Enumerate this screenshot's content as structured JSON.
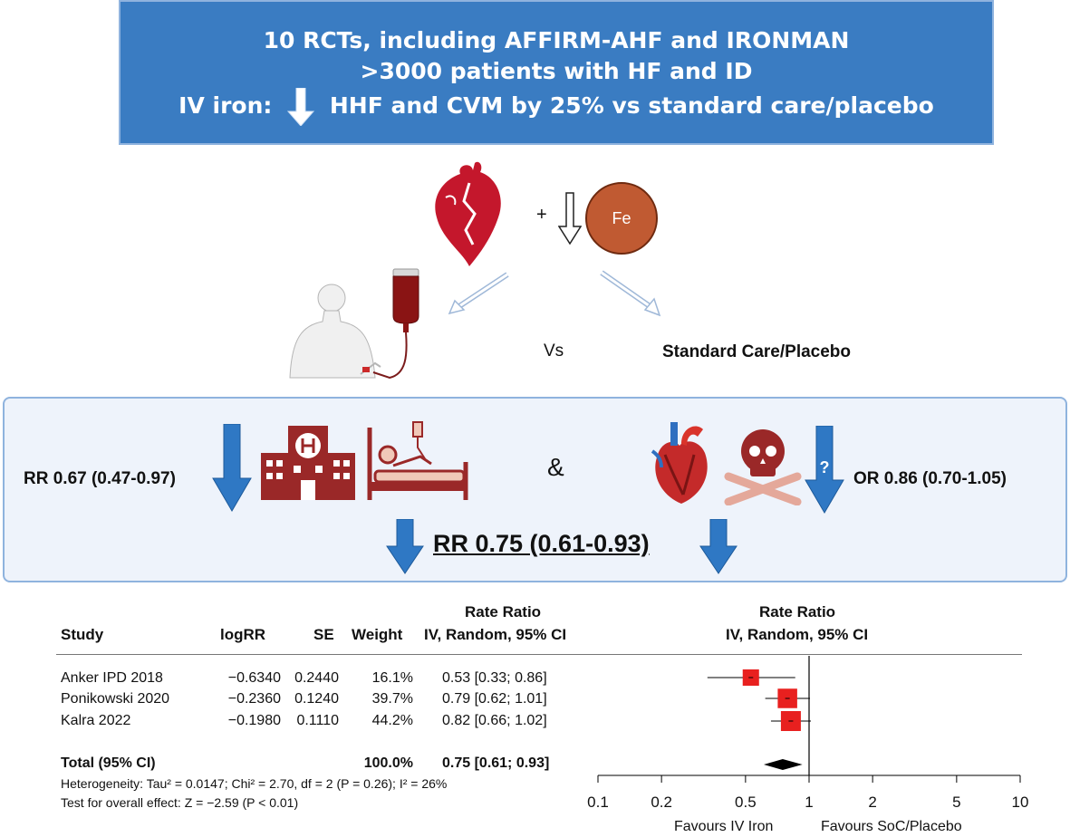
{
  "banner": {
    "line1": "10 RCTs, including AFFIRM-AHF and IRONMAN",
    "line2": ">3000 patients with HF and ID",
    "line3_prefix": "IV iron:",
    "line3_suffix": "HHF and CVM by 25% vs standard care/placebo"
  },
  "diagram": {
    "plus": "+",
    "fe_label": "Fe",
    "vs": "Vs",
    "comparator": "Standard Care/Placebo",
    "question_mark": "?"
  },
  "results": {
    "hospitalization_rr": "RR 0.67 (0.47-0.97)",
    "mortality_or": "OR 0.86 (0.70-1.05)",
    "ampersand": "&",
    "total_rr": "RR 0.75 (0.61-0.93)"
  },
  "forest": {
    "headers": {
      "study": "Study",
      "logrr": "logRR",
      "se": "SE",
      "weight": "Weight",
      "rr_top": "Rate Ratio",
      "rr_bottom": "IV, Random, 95% CI",
      "plot_top": "Rate Ratio",
      "plot_bottom": "IV, Random, 95% CI"
    },
    "rows": [
      {
        "study": "Anker IPD 2018",
        "logrr": "−0.6340",
        "se": "0.2440",
        "weight": "16.1%",
        "ci": "0.53 [0.33; 0.86]"
      },
      {
        "study": "Ponikowski 2020",
        "logrr": "−0.2360",
        "se": "0.1240",
        "weight": "39.7%",
        "ci": "0.79 [0.62; 1.01]"
      },
      {
        "study": "Kalra 2022",
        "logrr": "−0.1980",
        "se": "0.1110",
        "weight": "44.2%",
        "ci": "0.82 [0.66; 1.02]"
      }
    ],
    "total": {
      "label": "Total (95% CI)",
      "weight": "100.0%",
      "ci": "0.75 [0.61; 0.93]"
    },
    "heterogeneity": "Heterogeneity: Tau² = 0.0147; Chi² = 2.70, df = 2 (P = 0.26); I² = 26%",
    "overall_effect": "Test for overall effect: Z = −2.59 (P < 0.01)",
    "favours_left": "Favours IV Iron",
    "favours_right": "Favours SoC/Placebo"
  },
  "chart_data": {
    "type": "scatter",
    "scale": "log",
    "xlim": [
      0.1,
      10
    ],
    "x_ticks": [
      "0.1",
      "0.2",
      "0.5",
      "1",
      "2",
      "5",
      "10"
    ],
    "x_tick_values": [
      0.1,
      0.2,
      0.5,
      1,
      2,
      5,
      10
    ],
    "reference_line": 1,
    "studies": [
      {
        "name": "Anker IPD 2018",
        "estimate": 0.53,
        "lower": 0.33,
        "upper": 0.86,
        "weight": 16.1
      },
      {
        "name": "Ponikowski 2020",
        "estimate": 0.79,
        "lower": 0.62,
        "upper": 1.01,
        "weight": 39.7
      },
      {
        "name": "Kalra 2022",
        "estimate": 0.82,
        "lower": 0.66,
        "upper": 1.02,
        "weight": 44.2
      }
    ],
    "pooled": {
      "estimate": 0.75,
      "lower": 0.61,
      "upper": 0.93
    },
    "colors": {
      "marker": "#e8201f",
      "diamond": "#000000"
    }
  }
}
